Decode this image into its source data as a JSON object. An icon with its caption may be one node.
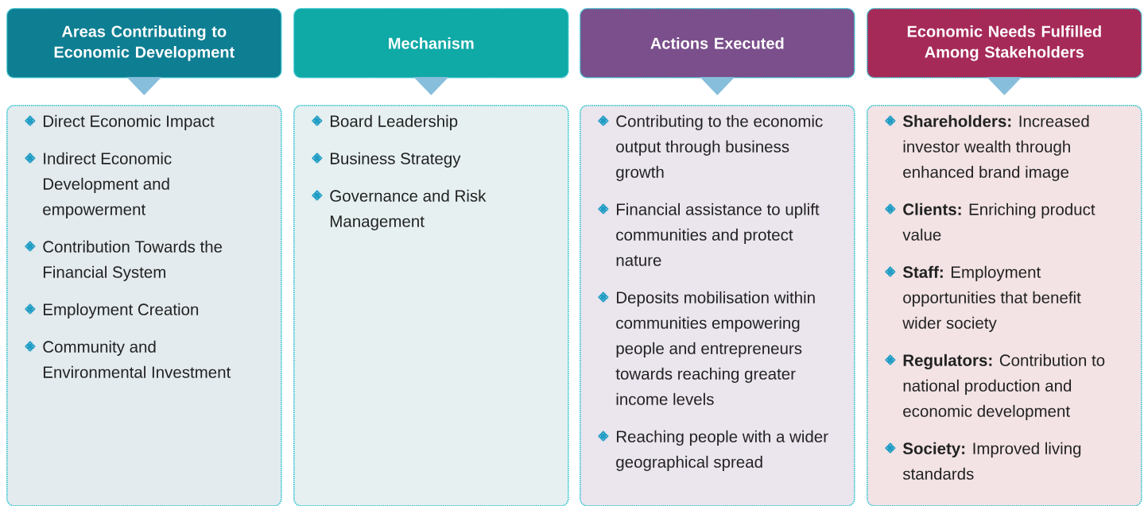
{
  "diagram": {
    "nodes": [
      {
        "text": [
          "Areas Contributing to Economic Development"
        ]
      },
      {
        "text": [
          "Mechanism"
        ]
      },
      {
        "text": [
          "Actions Executed"
        ]
      },
      {
        "text": [
          "Economic Needs Fulfilled Among Stakeholders"
        ]
      },
      {
        "text": [
          "Direct Economic Impact",
          "Indirect Economic Development and empowerment",
          "Contribution Towards the Financial System",
          "Employment Creation",
          "Community and Environmental Investment"
        ]
      },
      {
        "text": [
          "Board Leadership",
          "Business Strategy",
          "Governance and Risk Management"
        ]
      },
      {
        "text": [
          "Contributing to the economic output through business growth",
          "Financial assistance to uplift communities and protect nature",
          "Deposits mobilisation within communities empowering people and entrepreneurs towards reaching greater income levels",
          "Reaching people with a wider geographical spread"
        ]
      },
      {
        "text": [
          "**Shareholders:** Increased investor wealth through enhanced brand image",
          "**Clients:** Enriching product value",
          "**Staff:** Employment opportunities that benefit wider society",
          "**Regulators:** Contribution to national production and economic development",
          "**Society:** Improved living standards"
        ]
      }
    ],
    "edges": [
      {
        "from": 0,
        "to": 4,
        "arrow": "to"
      },
      {
        "from": 1,
        "to": 5,
        "arrow": "to"
      },
      {
        "from": 2,
        "to": 6,
        "arrow": "to"
      },
      {
        "from": 3,
        "to": 7,
        "arrow": "to"
      }
    ]
  }
}
